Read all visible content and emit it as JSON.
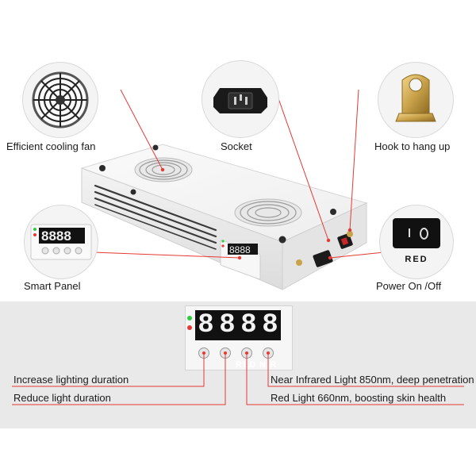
{
  "callouts": {
    "fan": "Efficient cooling fan",
    "socket": "Socket",
    "hook": "Hook to hang up",
    "panel": "Smart Panel",
    "power": "Power On /Off"
  },
  "switch": {
    "label": "RED"
  },
  "panel_detail": {
    "display_digits": [
      "8",
      "8",
      "8",
      "8"
    ],
    "button_labels": {
      "red": "RED",
      "nir": "NIR"
    },
    "descriptions": {
      "increase": "Increase lighting duration",
      "reduce": "Reduce light duration",
      "nir": "Near Infrared Light 850nm, deep penetration",
      "red": "Red Light 660nm, boosting skin health"
    }
  },
  "colors": {
    "leader_line": "#e53935",
    "led_green": "#2ecc40",
    "led_red": "#e53935",
    "display_bg": "#111111",
    "hook_gold": "#c9a24a",
    "panel_bg": "#e9e9e9"
  }
}
